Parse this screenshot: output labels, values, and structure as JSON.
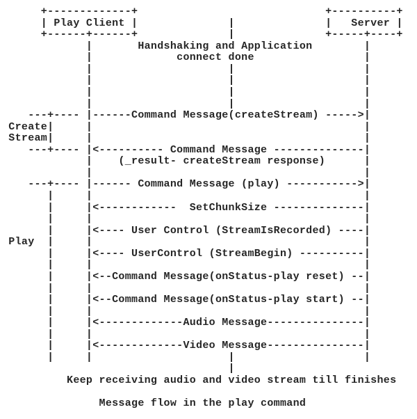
{
  "colors": {
    "text": "#262626",
    "background": "#ffffff"
  },
  "diagram": {
    "participants": [
      "Play Client",
      "Server"
    ],
    "handshake_note": "Handshaking and Application connect done",
    "phases": [
      {
        "name": "Create Stream"
      },
      {
        "name": "Play"
      }
    ],
    "messages": [
      {
        "from": "client",
        "to": "server",
        "label": "Command Message(createStream)"
      },
      {
        "from": "server",
        "to": "client",
        "label": "Command Message (_result- createStream response)"
      },
      {
        "from": "client",
        "to": "server",
        "label": "Command Message (play)"
      },
      {
        "from": "server",
        "to": "client",
        "label": "SetChunkSize"
      },
      {
        "from": "server",
        "to": "client",
        "label": "User Control (StreamIsRecorded)"
      },
      {
        "from": "server",
        "to": "client",
        "label": "UserControl (StreamBegin)"
      },
      {
        "from": "server",
        "to": "client",
        "label": "Command Message(onStatus-play reset)"
      },
      {
        "from": "server",
        "to": "client",
        "label": "Command Message(onStatus-play start)"
      },
      {
        "from": "server",
        "to": "client",
        "label": "Audio Message"
      },
      {
        "from": "server",
        "to": "client",
        "label": "Video Message"
      }
    ],
    "footer_note": "Keep receiving audio and video stream till finishes",
    "caption": "Message flow in the play command",
    "ascii_lines": [
      "      +-------------+                             +----------+",
      "      | Play Client |              |              |   Server |",
      "      +------+------+              |              +-----+----+",
      "             |       Handshaking and Application        |",
      "             |             connect done                 |",
      "             |                     |                    |",
      "             |                     |                    |",
      "             |                     |                    |",
      "             |                     |                    |",
      "    ---+---- |------Command Message(createStream) ----->|",
      " Create|     |                                          |",
      " Stream|     |                                          |",
      "    ---+---- |<---------- Command Message --------------|",
      "             |    (_result- createStream response)      |",
      "             |                                          |",
      "    ---+---- |------ Command Message (play) ----------->|",
      "       |     |                                          |",
      "       |     |<------------  SetChunkSize --------------|",
      "       |     |                                          |",
      "       |     |<---- User Control (StreamIsRecorded) ----|",
      " Play  |     |                                          |",
      "       |     |<---- UserControl (StreamBegin) ----------|",
      "       |     |                                          |",
      "       |     |<--Command Message(onStatus-play reset) --|",
      "       |     |                                          |",
      "       |     |<--Command Message(onStatus-play start) --|",
      "       |     |                                          |",
      "       |     |<-------------Audio Message---------------|",
      "       |     |                                          |",
      "       |     |<-------------Video Message---------------|",
      "       |     |                     |                    |",
      "                                   |"
    ],
    "footer_line": "          Keep receiving audio and video stream till finishes",
    "caption_line": "               Message flow in the play command"
  }
}
